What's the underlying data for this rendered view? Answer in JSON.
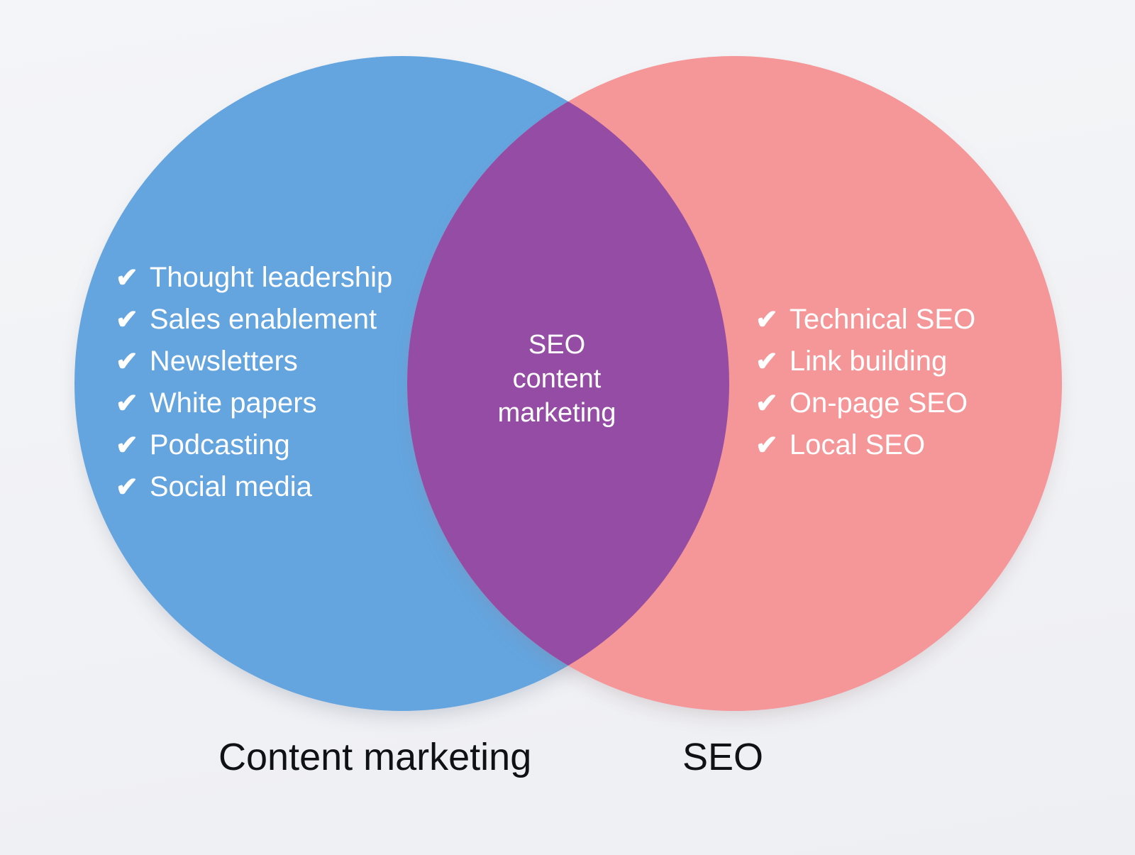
{
  "diagram": {
    "type": "venn",
    "background_color": "#f2f3f6",
    "left_set": {
      "caption": "Content marketing",
      "color": "#64a5e0",
      "check_glyph": "✔",
      "items": [
        "Thought leadership",
        "Sales enablement",
        "Newsletters",
        "White papers",
        "Podcasting",
        "Social media"
      ]
    },
    "right_set": {
      "caption": "SEO",
      "color": "#f59698",
      "check_glyph": "✔",
      "items": [
        "Technical SEO",
        "Link building",
        "On-page SEO",
        "Local SEO"
      ]
    },
    "intersection": {
      "color": "#954ca4",
      "lines": [
        "SEO",
        "content",
        "marketing"
      ]
    }
  }
}
